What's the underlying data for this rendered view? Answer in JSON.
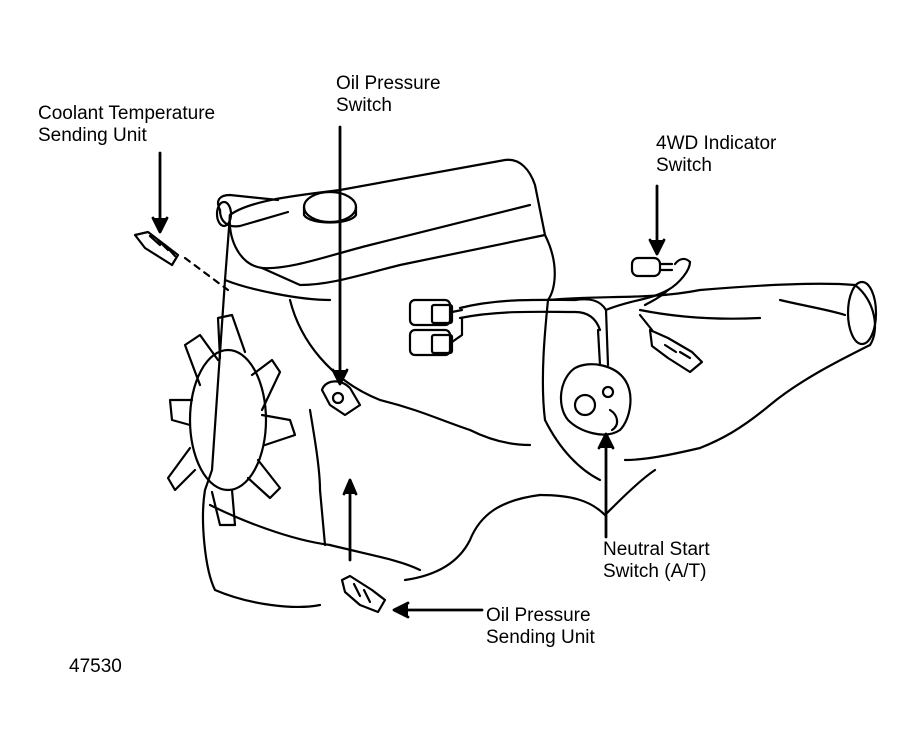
{
  "labels": {
    "coolant": [
      "Coolant Temperature",
      "Sending Unit"
    ],
    "oil_switch": [
      "Oil Pressure",
      "Switch"
    ],
    "indicator_4wd": [
      "4WD Indicator",
      "Switch"
    ],
    "neutral_start": [
      "Neutral Start",
      "Switch (A/T)"
    ],
    "oil_sending": [
      "Oil Pressure",
      "Sending Unit"
    ]
  },
  "figure_number": "47530"
}
